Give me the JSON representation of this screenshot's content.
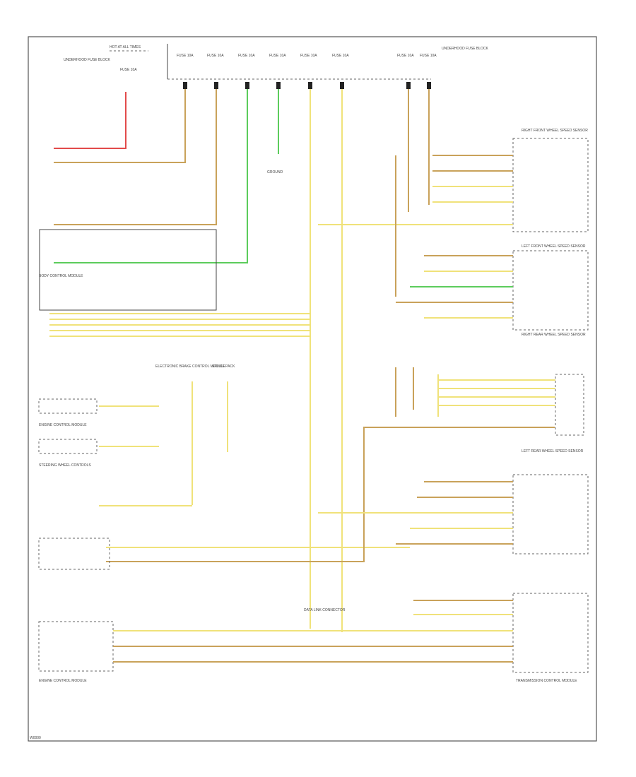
{
  "diagram": {
    "footer_code": "W0000",
    "top_left": {
      "hot_label": "HOT AT ALL TIMES",
      "fuse_label": "FUSE 10A",
      "block_label": "UNDERHOOD FUSE BLOCK"
    },
    "top_fuses": [
      "FUSE 10A",
      "FUSE 10A",
      "FUSE 10A",
      "FUSE 10A",
      "FUSE 10A",
      "FUSE 10A",
      "FUSE 10A",
      "FUSE 10A"
    ],
    "top_right_label": "UNDERHOOD FUSE BLOCK",
    "left_module_label": "BODY CONTROL MODULE",
    "mid_ground_label": "GROUND",
    "right_group1_label": "RIGHT FRONT WHEEL SPEED SENSOR",
    "right_group2_label": "LEFT FRONT WHEEL SPEED SENSOR",
    "right_group3_label": "RIGHT REAR WHEEL SPEED SENSOR",
    "right_group4_label": "LEFT REAR WHEEL SPEED SENSOR",
    "right_group5_label": "TRANSMISSION CONTROL MODULE",
    "center_block1": "ELECTRONIC BRAKE CONTROL MODULE",
    "center_block2": "SPLICE PACK",
    "lower_left_group1": "ENGINE CONTROL MODULE",
    "lower_left_group2": "STEERING WHEEL CONTROLS",
    "bottom_left_label": "ENGINE CONTROL MODULE",
    "bottom_right_label": "TRANSMISSION CONTROL MODULE",
    "center_bottom_label": "DATA LINK CONNECTOR"
  }
}
